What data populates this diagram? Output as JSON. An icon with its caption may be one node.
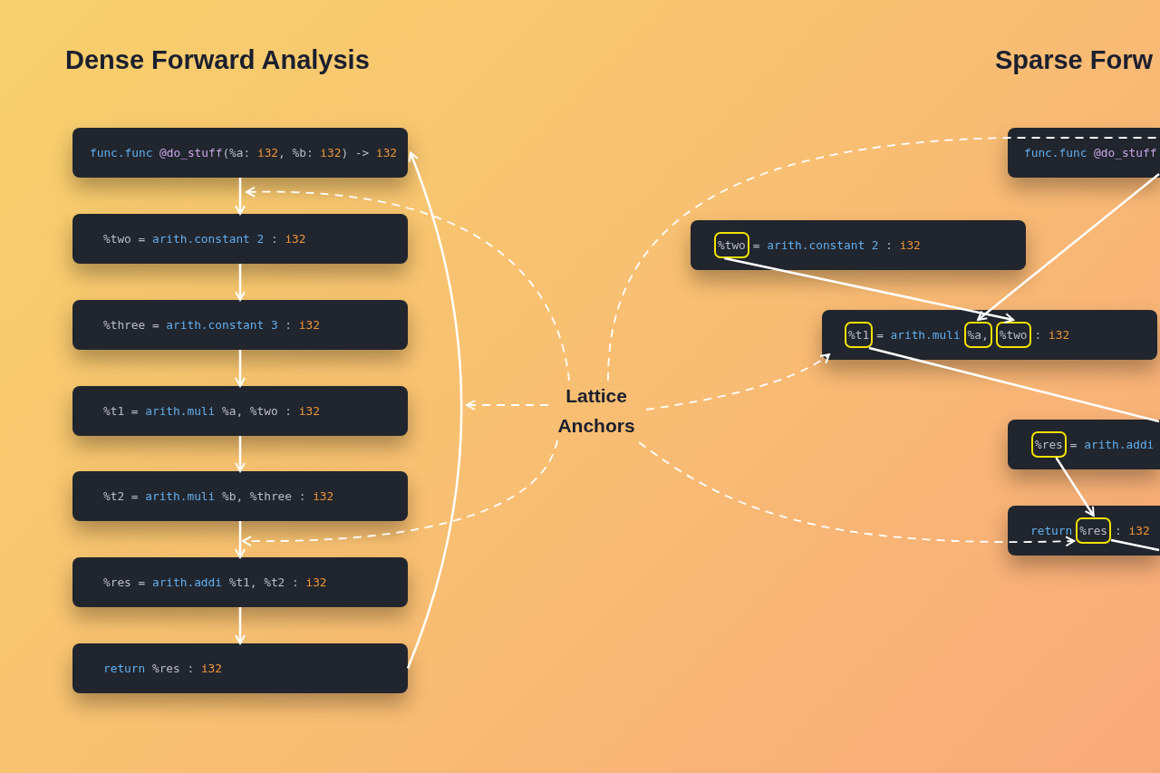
{
  "diagram": {
    "nodes": [
      {
        "text": [
          "func.func @do_stuff(%a: i32, %b: i32) -> i32"
        ]
      },
      {
        "text": [
          "%two = arith.constant 2 : i32"
        ]
      },
      {
        "text": [
          "%three = arith.constant 3 : i32"
        ]
      },
      {
        "text": [
          "%t1 = arith.muli %a, %two : i32"
        ]
      },
      {
        "text": [
          "%t2 = arith.muli %b, %three : i32"
        ]
      },
      {
        "text": [
          "%res = arith.addi %t1, %t2 : i32"
        ]
      },
      {
        "text": [
          "return %res : i32"
        ]
      },
      {
        "text": [
          "Lattice Anchors"
        ]
      },
      {
        "text": [
          "func.func @do_stuff"
        ]
      },
      {
        "text": [
          "= arith.constant 2 : i32"
        ]
      },
      {
        "text": [
          "%two"
        ],
        "in": 9
      },
      {
        "text": [
          "= arith.muli",
          ": i32"
        ]
      },
      {
        "text": [
          "%t1"
        ],
        "in": 11
      },
      {
        "text": [
          "%a,"
        ],
        "in": 11
      },
      {
        "text": [
          "%two"
        ],
        "in": 11
      },
      {
        "text": [
          "= arith.addi"
        ]
      },
      {
        "text": [
          "%res"
        ],
        "in": 15
      },
      {
        "text": [
          "return",
          ": i32"
        ]
      },
      {
        "text": [
          "%res"
        ],
        "in": 17
      }
    ],
    "edges": [
      {
        "from": 0,
        "to": 1,
        "arrow": "to"
      },
      {
        "from": 1,
        "to": 2,
        "arrow": "to"
      },
      {
        "from": 2,
        "to": 3,
        "arrow": "to"
      },
      {
        "from": 3,
        "to": 4,
        "arrow": "to"
      },
      {
        "from": 4,
        "to": 5,
        "arrow": "to"
      },
      {
        "from": 5,
        "to": 6,
        "arrow": "to"
      },
      {
        "from": 6,
        "to": 0,
        "arrow": "to"
      },
      {
        "from": 7,
        "to": 0,
        "arrow": "to",
        "style": "dashed"
      },
      {
        "from": 7,
        "to": null,
        "arrow": "to",
        "style": "dashed"
      },
      {
        "from": 7,
        "to": 5,
        "arrow": "to",
        "style": "dashed"
      },
      {
        "from": 7,
        "to": 11,
        "arrow": "to",
        "style": "dashed"
      },
      {
        "from": 7,
        "to": 18,
        "arrow": "to",
        "style": "dashed"
      },
      {
        "from": 7,
        "to": 8,
        "arrow": "none",
        "style": "dashed"
      },
      {
        "from": 10,
        "to": 14,
        "arrow": "to"
      },
      {
        "from": 8,
        "to": 13,
        "arrow": "to"
      },
      {
        "from": 12,
        "to": 15,
        "arrow": "none"
      },
      {
        "from": 16,
        "to": 18,
        "arrow": "to"
      },
      {
        "from": 18,
        "to": null,
        "arrow": "none"
      }
    ],
    "labels": [
      "Dense Forward Analysis",
      "Sparse Forw"
    ]
  }
}
